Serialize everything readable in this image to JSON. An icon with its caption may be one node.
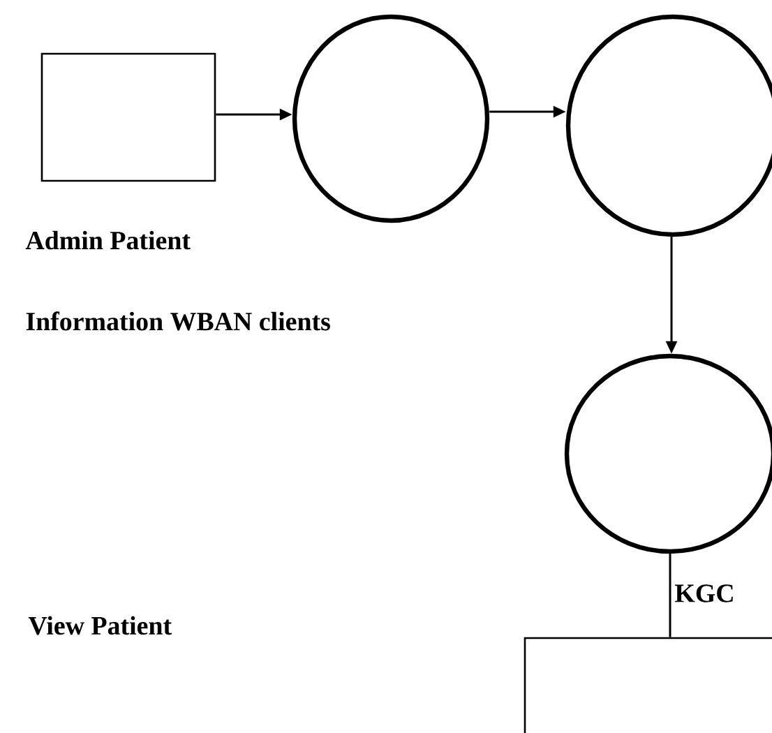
{
  "diagram": {
    "nodes": [
      {
        "text": [],
        "shape": "box"
      },
      {
        "text": [],
        "shape": "circle"
      },
      {
        "text": [],
        "shape": "circle"
      },
      {
        "text": [],
        "shape": "circle"
      },
      {
        "text": [],
        "shape": "box"
      }
    ],
    "edges": [
      {
        "from": 0,
        "to": 1,
        "arrow": "to"
      },
      {
        "from": 1,
        "to": 2,
        "arrow": "to"
      },
      {
        "from": 2,
        "to": 3,
        "arrow": "to"
      },
      {
        "from": 3,
        "to": 4,
        "arrow": "none"
      }
    ],
    "labels": [
      "Admin Patient",
      "Information WBAN clients",
      "KGC",
      "View Patient"
    ]
  }
}
